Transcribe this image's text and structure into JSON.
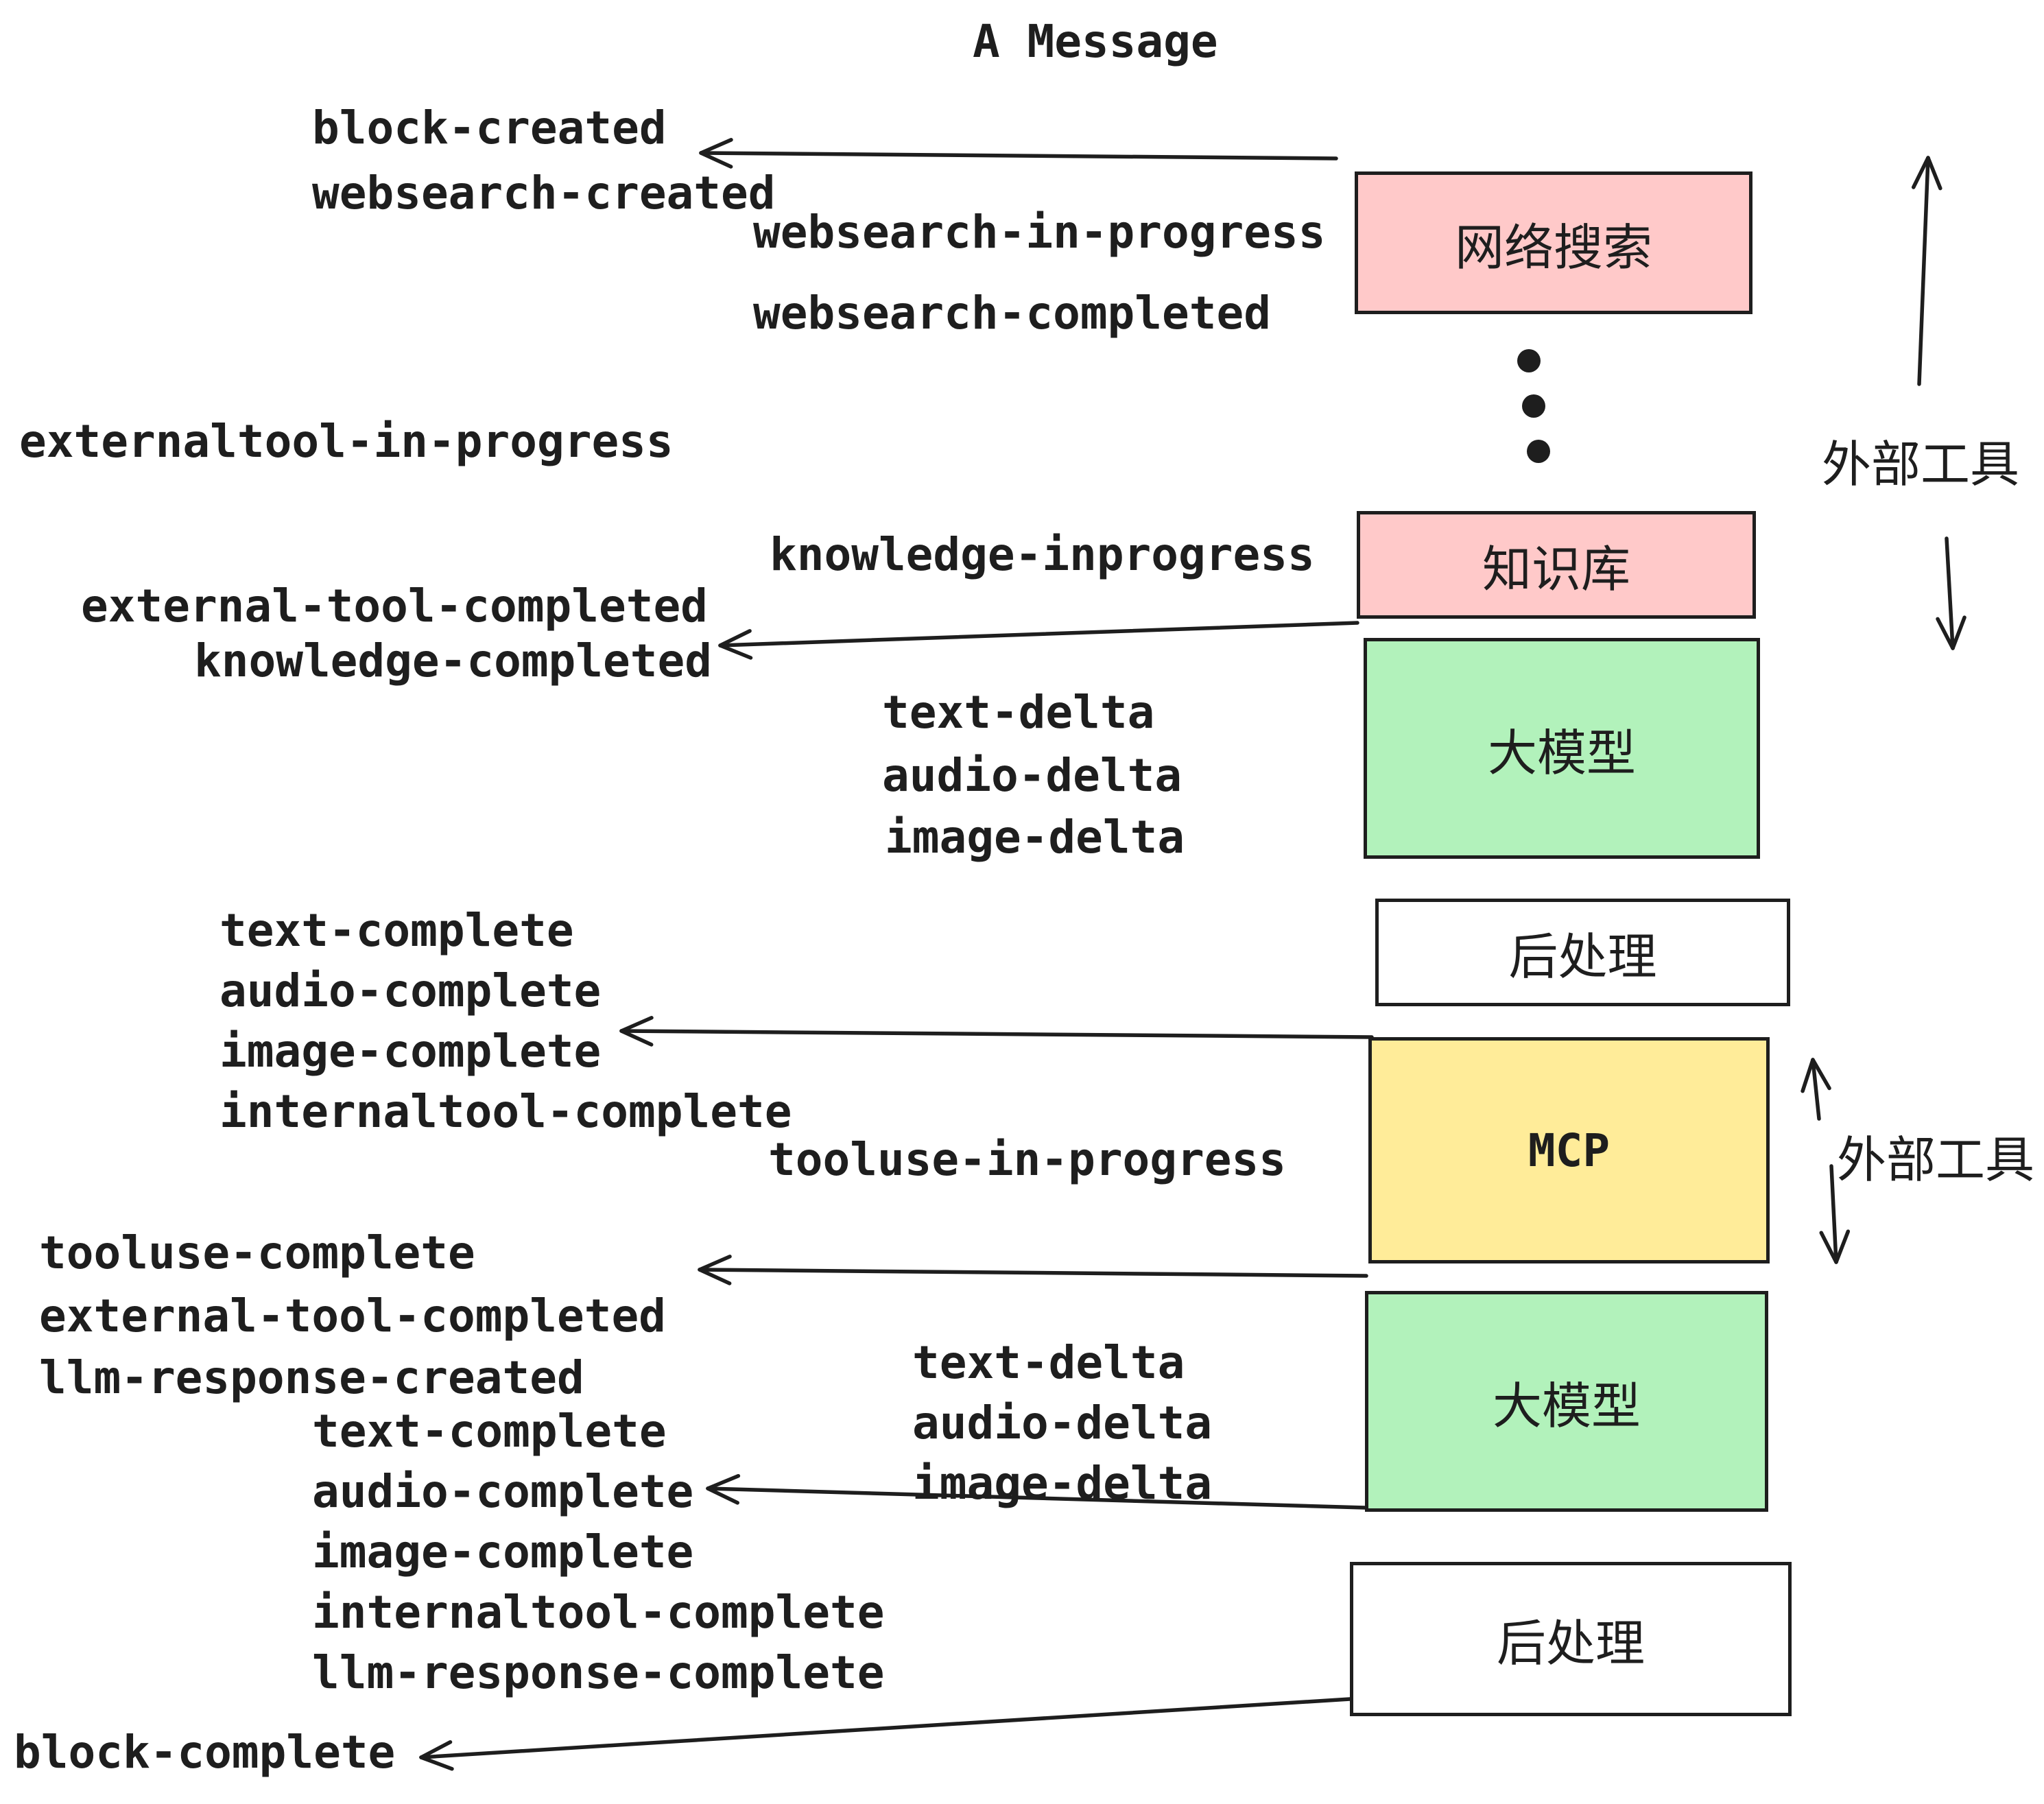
{
  "title": "A Message",
  "colors": {
    "pink": "#ffc9c9",
    "green": "#b2f2bb",
    "yellow": "#ffec99",
    "ink": "#1e1e1e"
  },
  "boxes": {
    "websearch": "网络搜索",
    "knowledge": "知识库",
    "llm1": "大模型",
    "post1": "后处理",
    "mcp": "MCP",
    "llm2": "大模型",
    "post2": "后处理"
  },
  "side_labels": {
    "external_tools_1": "外部工具",
    "external_tools_2": "外部工具"
  },
  "events": {
    "block_created": "block-created",
    "websearch_created": "websearch-created",
    "websearch_in_progress": "websearch-in-progress",
    "websearch_completed": "websearch-completed",
    "externaltool_in_progress": "externaltool-in-progress",
    "knowledge_inprogress": "knowledge-inprogress",
    "external_tool_completed_1": "external-tool-completed",
    "knowledge_completed": "knowledge-completed",
    "text_delta_1": "text-delta",
    "audio_delta_1": "audio-delta",
    "image_delta_1": "image-delta",
    "text_complete_1": "text-complete",
    "audio_complete_1": "audio-complete",
    "image_complete_1": "image-complete",
    "internaltool_complete_1": "internaltool-complete",
    "tooluse_in_progress": "tooluse-in-progress",
    "tooluse_complete": "tooluse-complete",
    "external_tool_completed_2": "external-tool-completed",
    "llm_response_created": "llm-response-created",
    "text_delta_2": "text-delta",
    "audio_delta_2": "audio-delta",
    "image_delta_2": "image-delta",
    "text_complete_2": "text-complete",
    "audio_complete_2": "audio-complete",
    "image_complete_2": "image-complete",
    "internaltool_complete_2": "internaltool-complete",
    "llm_response_complete": "llm-response-complete",
    "block_complete": "block-complete"
  }
}
